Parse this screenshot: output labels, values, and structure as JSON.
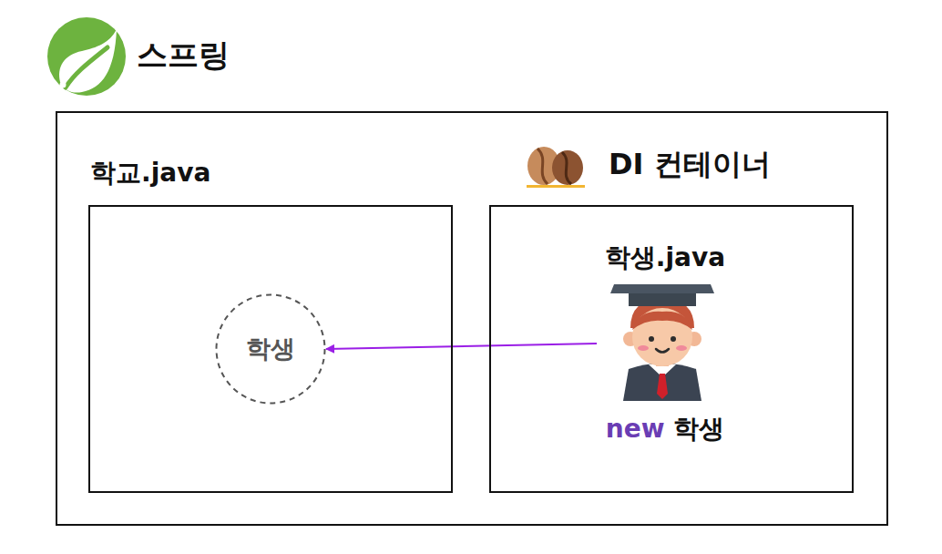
{
  "diagram": {
    "nodes": [
      {
        "text": [
          "스프링"
        ]
      },
      {
        "text": [
          "학교.java"
        ],
        "in": 0
      },
      {
        "text": [
          "학생"
        ],
        "in": 1
      },
      {
        "text": [
          "DI 컨테이너"
        ],
        "in": 0
      },
      {
        "text": [
          "학생.java",
          "new 학생"
        ],
        "in": 3
      }
    ],
    "edges": [
      {
        "from": 4,
        "to": 2,
        "arrow": "to"
      }
    ]
  }
}
